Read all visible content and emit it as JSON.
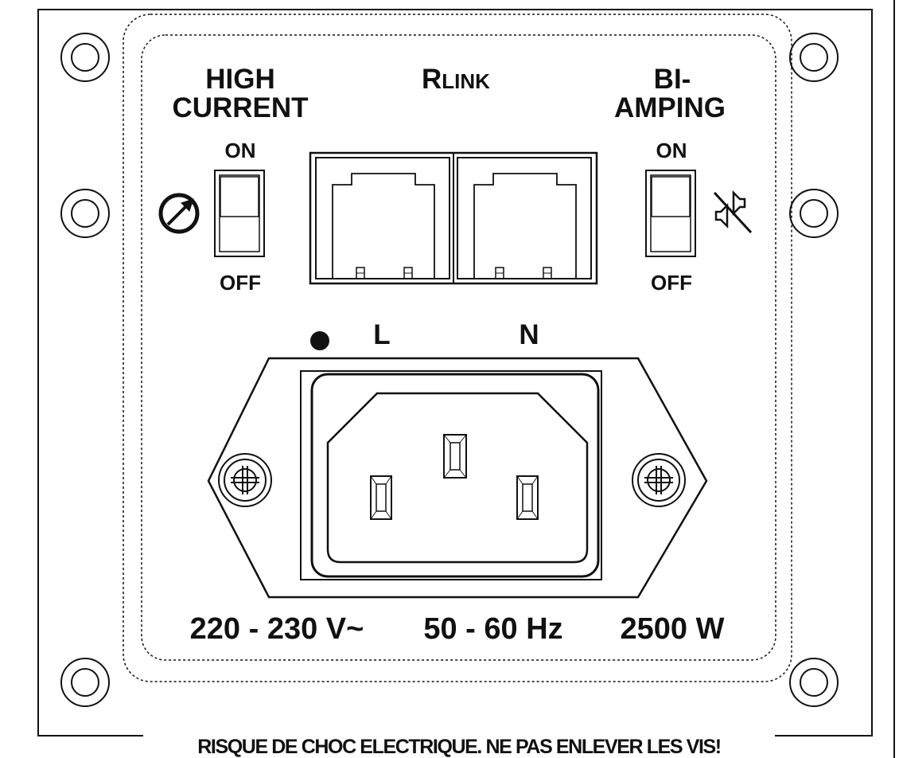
{
  "labels": {
    "high_current": [
      "HIGH",
      "CURRENT"
    ],
    "rlink_big": "R",
    "rlink_small": "LINK",
    "bi_amping": [
      "BI-",
      "AMPING"
    ],
    "left_switch": {
      "on": "ON",
      "off": "OFF"
    },
    "right_switch": {
      "on": "ON",
      "off": "OFF"
    },
    "line": "L",
    "neutral": "N"
  },
  "specs": {
    "voltage": "220 - 230 V~",
    "frequency": "50 - 60 Hz",
    "power": "2500 W"
  },
  "warning": "RISQUE DE CHOC ELECTRIQUE. NE PAS ENLEVER LES VIS!",
  "icons": {
    "left_switch_symbol": "gauge-arrow-icon",
    "right_switch_symbol": "speaker-mute-icon"
  },
  "colors": {
    "ink": "#111111",
    "paper": "#ffffff"
  }
}
